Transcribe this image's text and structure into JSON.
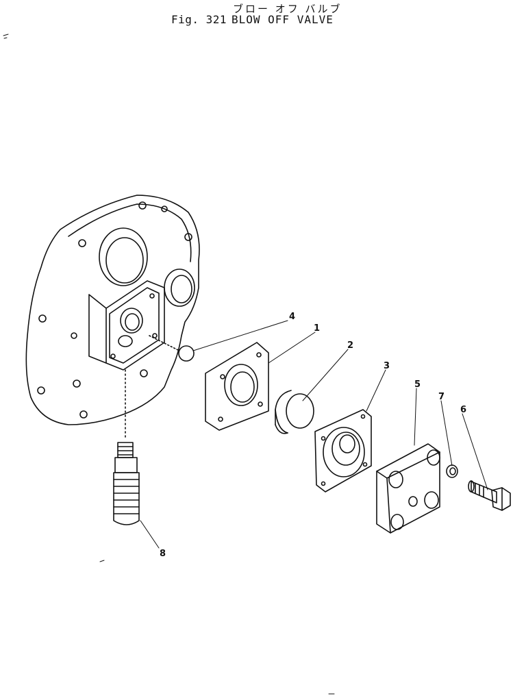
{
  "header": {
    "japanese_title": "ブロー オフ バルブ",
    "figure_label": "Fig. 321",
    "figure_name": "BLOW OFF VALVE"
  },
  "callouts": [
    {
      "id": "1",
      "label": "1"
    },
    {
      "id": "2",
      "label": "2"
    },
    {
      "id": "3",
      "label": "3"
    },
    {
      "id": "4",
      "label": "4"
    },
    {
      "id": "5",
      "label": "5"
    },
    {
      "id": "6",
      "label": "6"
    },
    {
      "id": "7",
      "label": "7"
    },
    {
      "id": "8",
      "label": "8"
    }
  ],
  "colors": {
    "line": "#111111",
    "background": "#ffffff"
  }
}
